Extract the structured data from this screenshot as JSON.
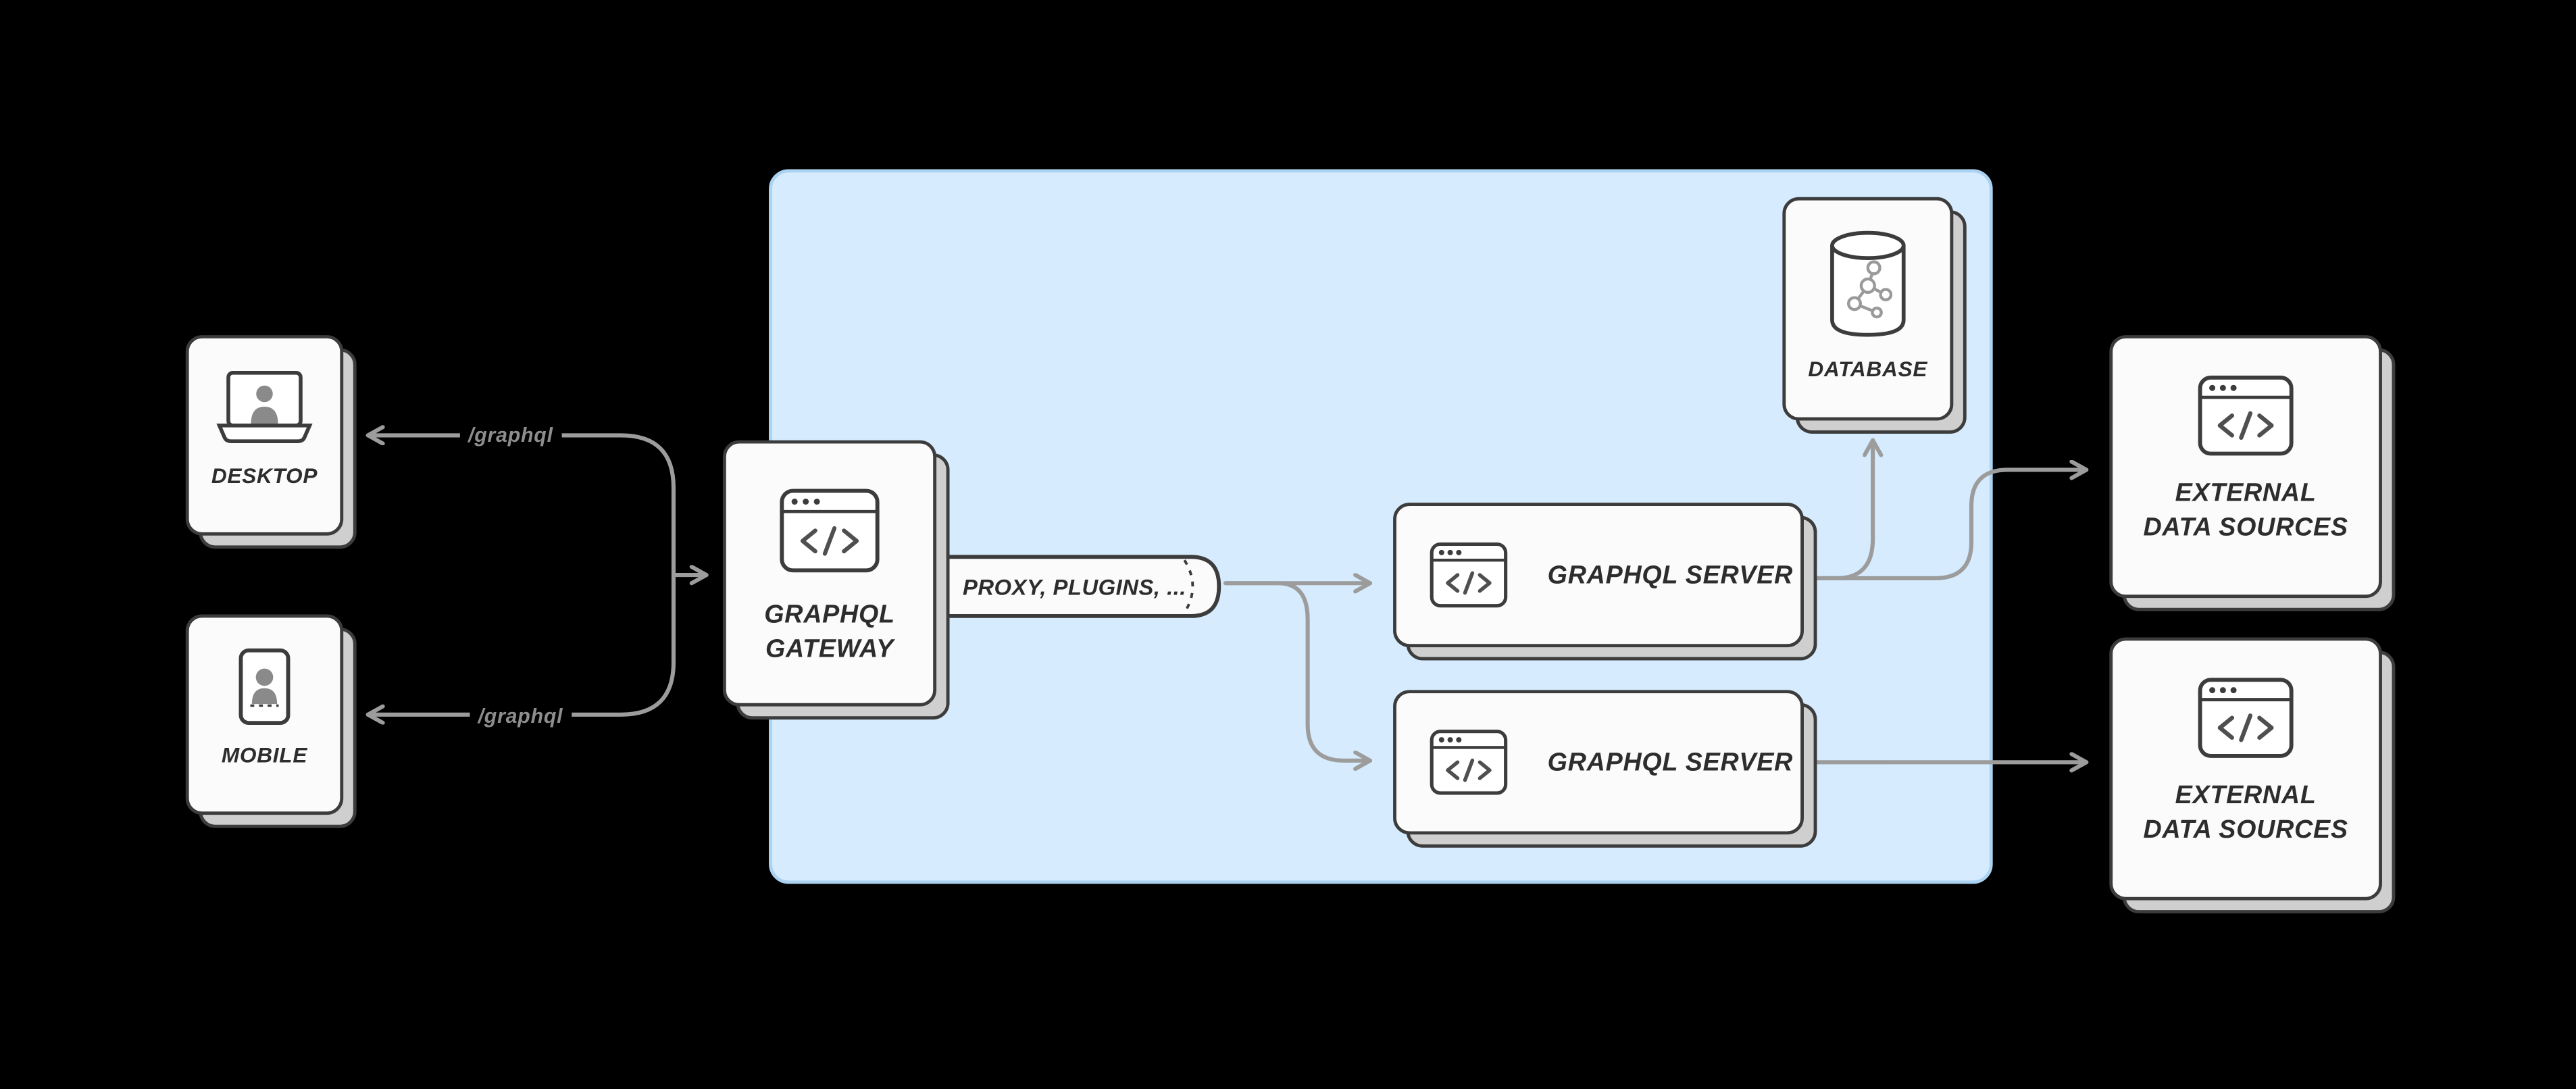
{
  "nodes": {
    "desktop": {
      "label": "DESKTOP"
    },
    "mobile": {
      "label": "MOBILE"
    },
    "gateway": {
      "label": "GRAPHQL\nGATEWAY"
    },
    "proxy": {
      "label": "PROXY, PLUGINS, ..."
    },
    "server_top": {
      "label": "GRAPHQL SERVER"
    },
    "server_bottom": {
      "label": "GRAPHQL SERVER"
    },
    "database": {
      "label": "DATABASE"
    },
    "external_top": {
      "label": "EXTERNAL\nDATA SOURCES"
    },
    "external_bottom": {
      "label": "EXTERNAL\nDATA SOURCES"
    }
  },
  "edges": {
    "desktop_route": "/graphql",
    "mobile_route": "/graphql"
  },
  "colors": {
    "background": "#000000",
    "platform_fill": "#d6ebfe",
    "platform_border": "#abd3f1",
    "card_fill": "#fbfbfb",
    "card_border": "#3c3c3c",
    "card_back_fill": "#cfcfcf",
    "arrow": "#9c9c9c",
    "label_text": "#2d2d2d",
    "route_text": "#8d8d8d"
  }
}
